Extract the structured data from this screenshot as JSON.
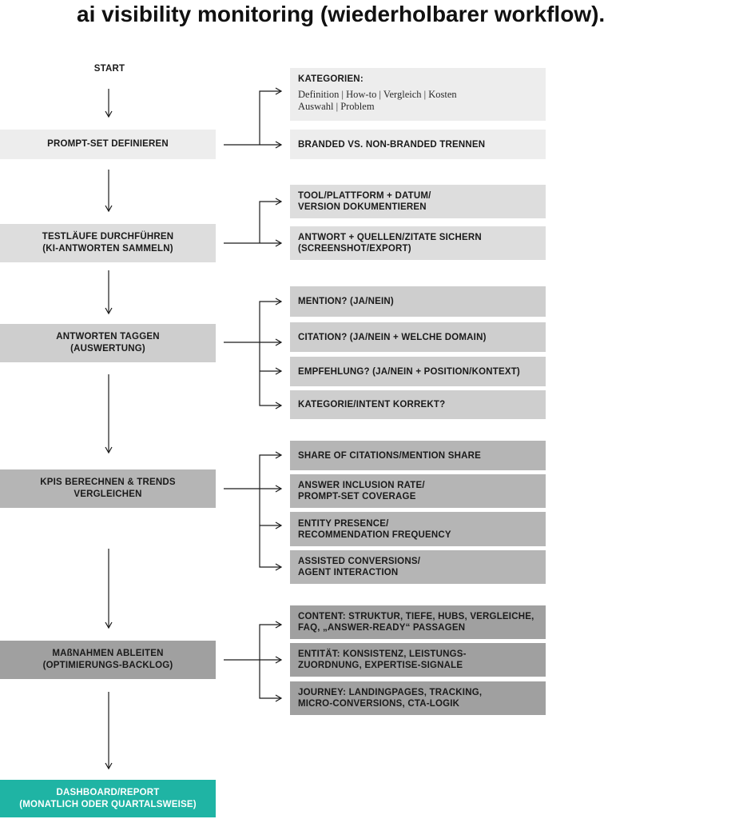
{
  "title": "ai visibility monitoring (wiederholbarer workflow).",
  "start": "START",
  "steps": [
    {
      "label": [
        "PROMPT-SET DEFINIEREN"
      ],
      "fill": "#ededed",
      "branches": [
        {
          "lines": [
            "KATEGORIEN:"
          ],
          "detail": [
            "Definition | How-to | Vergleich | Kosten",
            "Auswahl | Problem"
          ]
        },
        {
          "lines": [
            "BRANDED VS. NON-BRANDED TRENNEN"
          ]
        }
      ]
    },
    {
      "label": [
        "TESTLÄUFE DURCHFÜHREN",
        "(KI-ANTWORTEN SAMMELN)"
      ],
      "fill": "#dddddd",
      "branches": [
        {
          "lines": [
            "TOOL/PLATTFORM + DATUM/",
            "VERSION DOKUMENTIEREN"
          ]
        },
        {
          "lines": [
            "ANTWORT + QUELLEN/ZITATE SICHERN",
            "(SCREENSHOT/EXPORT)"
          ]
        }
      ]
    },
    {
      "label": [
        "ANTWORTEN TAGGEN",
        "(AUSWERTUNG)"
      ],
      "fill": "#cecece",
      "branches": [
        {
          "lines": [
            "MENTION? (JA/NEIN)"
          ]
        },
        {
          "lines": [
            "CITATION? (JA/NEIN + WELCHE DOMAIN)"
          ]
        },
        {
          "lines": [
            "EMPFEHLUNG? (JA/NEIN + POSITION/KONTEXT)"
          ]
        },
        {
          "lines": [
            "KATEGORIE/INTENT KORREKT?"
          ]
        }
      ]
    },
    {
      "label": [
        "KPIS BERECHNEN & TRENDS",
        "VERGLEICHEN"
      ],
      "fill": "#b5b5b5",
      "branches": [
        {
          "lines": [
            "SHARE OF CITATIONS/MENTION SHARE"
          ]
        },
        {
          "lines": [
            "ANSWER INCLUSION RATE/",
            "PROMPT-SET COVERAGE"
          ]
        },
        {
          "lines": [
            "ENTITY PRESENCE/",
            "RECOMMENDATION FREQUENCY"
          ]
        },
        {
          "lines": [
            "ASSISTED CONVERSIONS/",
            "AGENT INTERACTION"
          ]
        }
      ]
    },
    {
      "label": [
        "MAßNAHMEN ABLEITEN",
        "(OPTIMIERUNGS-BACKLOG)"
      ],
      "fill": "#a0a0a0",
      "branches": [
        {
          "lines": [
            "CONTENT: STRUKTUR, TIEFE, HUBS, VERGLEICHE,",
            "FAQ, „ANSWER-READY“ PASSAGEN"
          ]
        },
        {
          "lines": [
            "ENTITÄT: KONSISTENZ, LEISTUNGS-",
            "ZUORDNUNG, EXPERTISE-SIGNALE"
          ]
        },
        {
          "lines": [
            "JOURNEY: LANDINGPAGES, TRACKING,",
            "MICRO-CONVERSIONS, CTA-LOGIK"
          ]
        }
      ]
    }
  ],
  "final": {
    "label": [
      "DASHBOARD/REPORT",
      "(MONATLICH ODER QUARTALSWEISE)"
    ],
    "fill": "#1fb4a4",
    "text_color": "#ffffff"
  },
  "colors": {
    "connector": "#1a1a1a",
    "text": "#1a1a1a"
  }
}
